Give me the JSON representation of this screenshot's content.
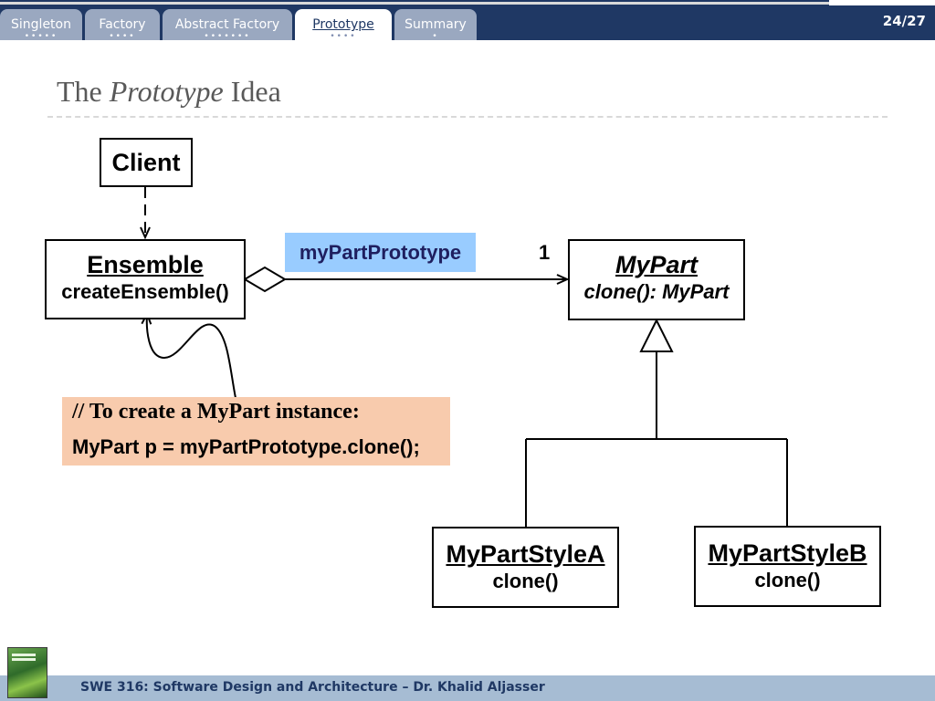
{
  "nav": {
    "tabs": [
      {
        "label": "Singleton",
        "dots": "•••••"
      },
      {
        "label": "Factory",
        "dots": "••••"
      },
      {
        "label": "Abstract Factory",
        "dots": "•••••••"
      },
      {
        "label": "Prototype",
        "dots": "••••"
      },
      {
        "label": "Summary",
        "dots": "•"
      }
    ],
    "active_tab": "Prototype",
    "page_number": "24/27"
  },
  "title": {
    "prefix": "The ",
    "emphasis": "Prototype",
    "suffix": " Idea"
  },
  "diagram": {
    "client": {
      "name": "Client"
    },
    "ensemble": {
      "name": "Ensemble",
      "method": "createEnsemble()"
    },
    "association": {
      "role": "myPartPrototype",
      "multiplicity": "1"
    },
    "mypart": {
      "name": "MyPart",
      "method": "clone(): MyPart"
    },
    "style_a": {
      "name": "MyPartStyleA",
      "method": "clone()"
    },
    "style_b": {
      "name": "MyPartStyleB",
      "method": "clone()"
    },
    "note": {
      "line1": "// To create a MyPart instance:",
      "line2": "MyPart p = myPartPrototype.clone();"
    }
  },
  "footer": {
    "text": "SWE 316: Software Design and Architecture – Dr. Khalid Aljasser"
  },
  "colors": {
    "nav_bar": "#1f3864",
    "tab_inactive": "#9aa8c0",
    "role_label_bg": "#99ccff",
    "note_bg": "#f8cbad",
    "footer_bar": "#a6bcd3"
  }
}
